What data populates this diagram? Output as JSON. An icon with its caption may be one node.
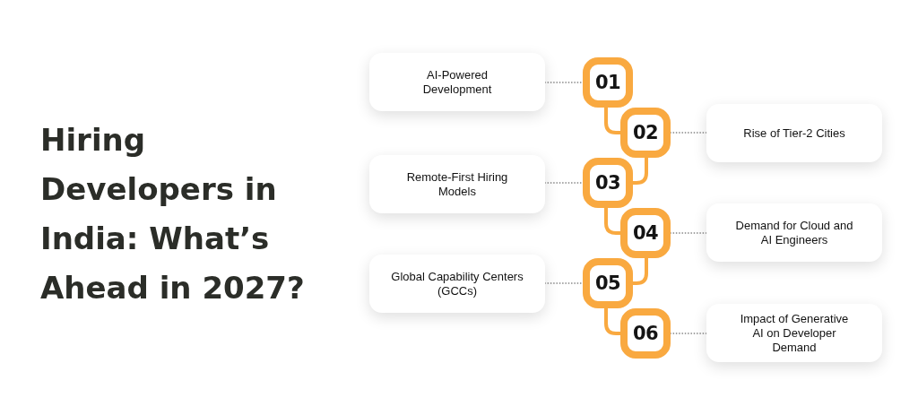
{
  "diagram": {
    "title": "Hiring Developers in India: What’s Ahead in 2027?",
    "nodes": [
      {
        "text": [
          "AI-Powered Development"
        ]
      },
      {
        "text": [
          "01"
        ]
      },
      {
        "text": [
          "02"
        ]
      },
      {
        "text": [
          "Rise of Tier-2 Cities"
        ]
      },
      {
        "text": [
          "Remote-First Hiring Models"
        ]
      },
      {
        "text": [
          "03"
        ]
      },
      {
        "text": [
          "04"
        ]
      },
      {
        "text": [
          "Demand for Cloud and AI Engineers"
        ]
      },
      {
        "text": [
          "Global Capability Centers (GCCs)"
        ]
      },
      {
        "text": [
          "05"
        ]
      },
      {
        "text": [
          "06"
        ]
      },
      {
        "text": [
          "Impact of Generative AI on Developer Demand"
        ]
      }
    ],
    "edges": [
      {
        "from": 0,
        "to": 1,
        "arrow": "none",
        "style": "dashed"
      },
      {
        "from": 1,
        "to": 2,
        "arrow": "none",
        "style": "thick",
        "color": "#f9a940"
      },
      {
        "from": 2,
        "to": 3,
        "arrow": "none",
        "style": "dashed"
      },
      {
        "from": 2,
        "to": 5,
        "arrow": "none",
        "style": "thick",
        "color": "#f9a940"
      },
      {
        "from": 4,
        "to": 5,
        "arrow": "none",
        "style": "dashed"
      },
      {
        "from": 5,
        "to": 6,
        "arrow": "none",
        "style": "thick",
        "color": "#f9a940"
      },
      {
        "from": 6,
        "to": 7,
        "arrow": "none",
        "style": "dashed"
      },
      {
        "from": 6,
        "to": 9,
        "arrow": "none",
        "style": "thick",
        "color": "#f9a940"
      },
      {
        "from": 8,
        "to": 9,
        "arrow": "none",
        "style": "dashed"
      },
      {
        "from": 9,
        "to": 10,
        "arrow": "none",
        "style": "thick",
        "color": "#f9a940"
      },
      {
        "from": 10,
        "to": 11,
        "arrow": "none",
        "style": "dashed"
      }
    ]
  }
}
